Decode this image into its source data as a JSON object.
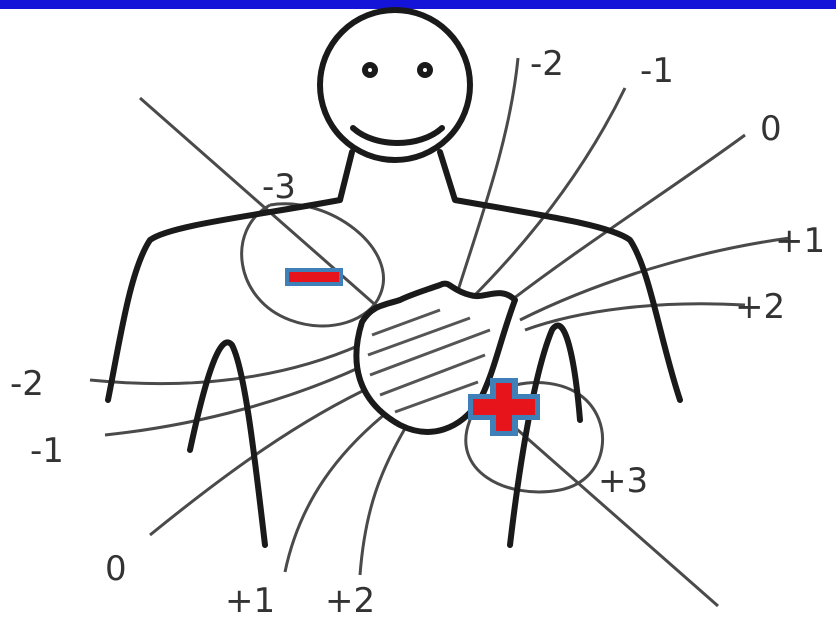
{
  "colors": {
    "top_bar": "#1414d8",
    "line_ink": "#1a1a1a",
    "field_line": "#4a4a4a",
    "marker_fill": "#e8141c",
    "marker_border": "#3f80b8"
  },
  "diagram": {
    "labels": {
      "top_neg2": "-2",
      "top_neg1": "-1",
      "top_zero": "0",
      "right_pos1": "+1",
      "right_pos2": "+2",
      "upper_neg3": "-3",
      "left_neg2": "-2",
      "left_neg1": "-1",
      "bottom_zero": "0",
      "bottom_pos1": "+1",
      "bottom_pos2": "+2",
      "lower_pos3": "+3"
    },
    "markers": {
      "negative": "minus-marker",
      "positive": "plus-marker"
    }
  }
}
